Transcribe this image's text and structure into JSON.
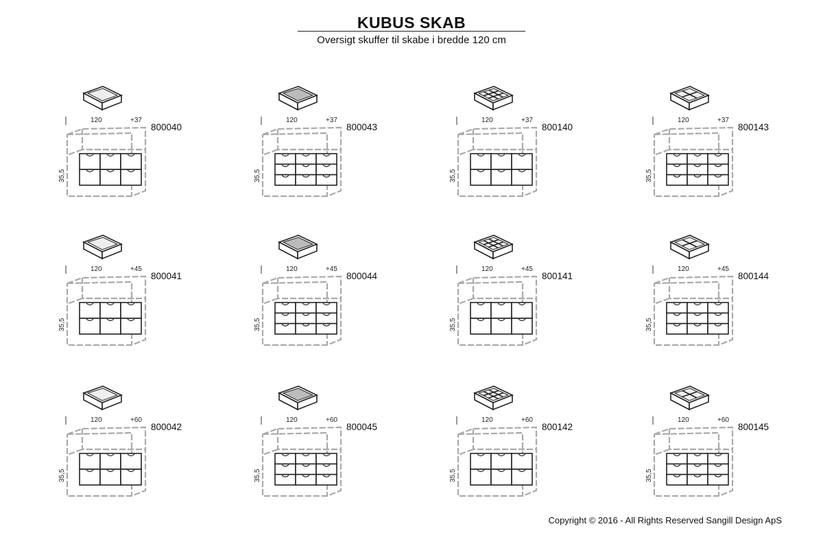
{
  "header": {
    "title": "KUBUS SKAB",
    "subtitle": "Oversigt skuffer til skabe i bredde 120 cm"
  },
  "cells": [
    {
      "code": "800040",
      "width": "120",
      "depth": "37",
      "height": "35,5",
      "drawer_rows": 2,
      "insert": "plain"
    },
    {
      "code": "800043",
      "width": "120",
      "depth": "37",
      "height": "35,5",
      "drawer_rows": 3,
      "insert": "tray"
    },
    {
      "code": "800140",
      "width": "120",
      "depth": "37",
      "height": "35,5",
      "drawer_rows": 2,
      "insert": "grid9"
    },
    {
      "code": "800143",
      "width": "120",
      "depth": "37",
      "height": "35,5",
      "drawer_rows": 3,
      "insert": "grid4"
    },
    {
      "code": "800041",
      "width": "120",
      "depth": "45",
      "height": "35,5",
      "drawer_rows": 2,
      "insert": "plain"
    },
    {
      "code": "800044",
      "width": "120",
      "depth": "45",
      "height": "35,5",
      "drawer_rows": 3,
      "insert": "tray"
    },
    {
      "code": "800141",
      "width": "120",
      "depth": "45",
      "height": "35,5",
      "drawer_rows": 2,
      "insert": "grid9"
    },
    {
      "code": "800144",
      "width": "120",
      "depth": "45",
      "height": "35,5",
      "drawer_rows": 3,
      "insert": "grid4"
    },
    {
      "code": "800042",
      "width": "120",
      "depth": "60",
      "height": "35,5",
      "drawer_rows": 2,
      "insert": "plain"
    },
    {
      "code": "800045",
      "width": "120",
      "depth": "60",
      "height": "35,5",
      "drawer_rows": 3,
      "insert": "tray"
    },
    {
      "code": "800142",
      "width": "120",
      "depth": "60",
      "height": "35,5",
      "drawer_rows": 2,
      "insert": "grid9"
    },
    {
      "code": "800145",
      "width": "120",
      "depth": "60",
      "height": "35,5",
      "drawer_rows": 3,
      "insert": "grid4"
    }
  ],
  "footer": {
    "copyright": "Copyright © 2016 - All Rights Reserved Sangill Design ApS"
  }
}
